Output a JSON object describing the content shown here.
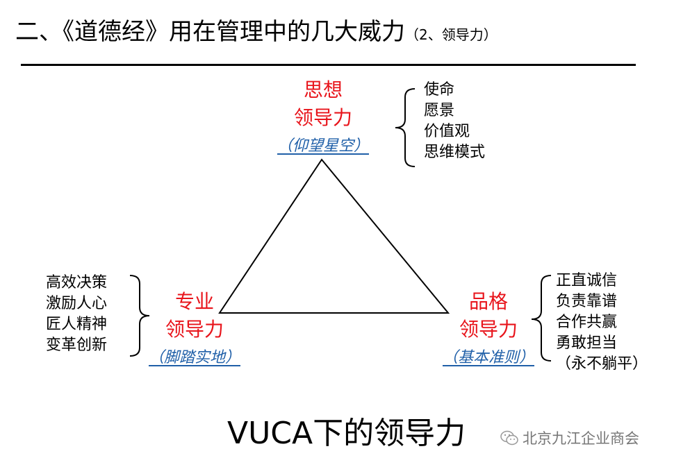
{
  "title": {
    "main": "二、《道德经》用在管理中的几大威力",
    "sub": "（2、领导力）"
  },
  "nodes": {
    "top": {
      "line1": "思想",
      "line2": "领导力",
      "sub": "（仰望星空）",
      "items": [
        "使命",
        "愿景",
        "价值观",
        "思维模式"
      ]
    },
    "left": {
      "line1": "专业",
      "line2": "领导力",
      "sub": "（脚踏实地）",
      "items": [
        "高效决策",
        "激励人心",
        "匠人精神",
        "变革创新"
      ]
    },
    "right": {
      "line1": "品格",
      "line2": "领导力",
      "sub": "（基本准则）",
      "items": [
        "正直诚信",
        "负责靠谱",
        "合作共赢",
        "勇敢担当",
        "（永不躺平）"
      ]
    }
  },
  "caption": "VUCA下的领导力",
  "watermark": "北京九江企业商会",
  "colors": {
    "node_title": "#e8141b",
    "node_sub": "#1f5fa8",
    "watermark": "#777777"
  },
  "icons": {
    "watermark": "wechat-icon"
  }
}
